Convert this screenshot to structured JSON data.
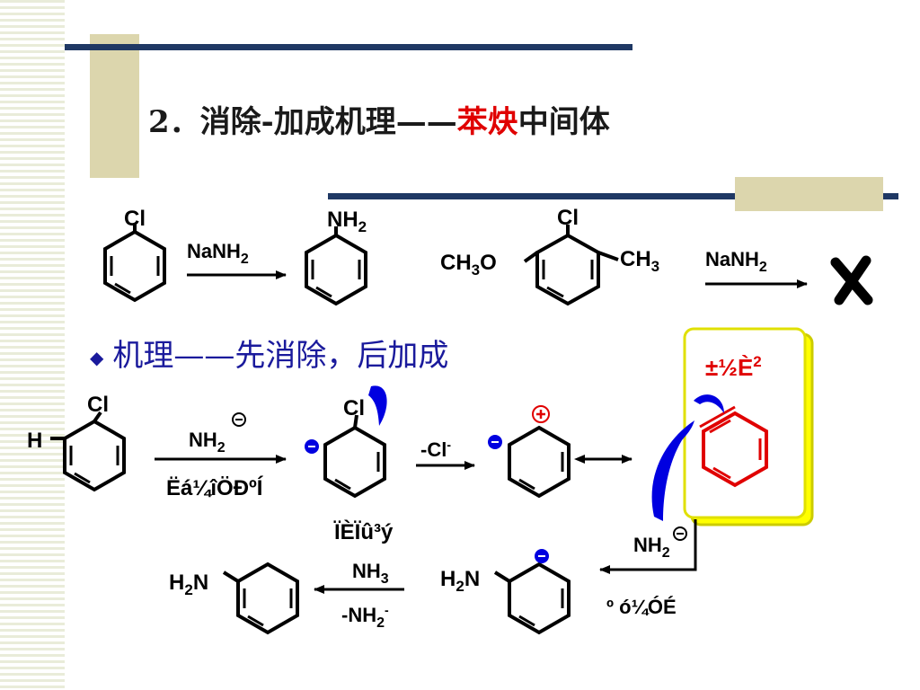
{
  "title": {
    "prefix": "2．消除-加成机理——",
    "highlight": "苯炔",
    "suffix": "中间体"
  },
  "bullet": {
    "marker": "◆",
    "text": "机理——先消除，后加成"
  },
  "labels": {
    "cl": "Cl",
    "h": "H",
    "nanh2": "NaNH",
    "sub2": "2",
    "nh2": "NH",
    "ch3o_a": "CH",
    "ch3o_b": "3",
    "ch3o_c": "O",
    "ch3_a": "CH",
    "ch3_b": "3",
    "cross": "✗",
    "minus_cl": "-Cl",
    "minus_sup": "-",
    "slow_step": "Ëá¼îÖÐºÍ",
    "leaving": "ÏÈÏû³ý",
    "benzyne_label": "±½È",
    "benzyne_sup": "2",
    "addition": "º ó¼ÓÉ",
    "nh3": "NH",
    "nh3_sub": "3",
    "minus_nh2": "-NH",
    "h2n_a": "H",
    "h2n_b": "2",
    "h2n_c": "N",
    "minus_sign": "−",
    "plus_sign": "+"
  },
  "colors": {
    "accent_red": "#e00000",
    "blue": "#0000e0",
    "navy": "#1f3864",
    "tan": "#dcd6ad",
    "yellow": "#ffff00"
  }
}
